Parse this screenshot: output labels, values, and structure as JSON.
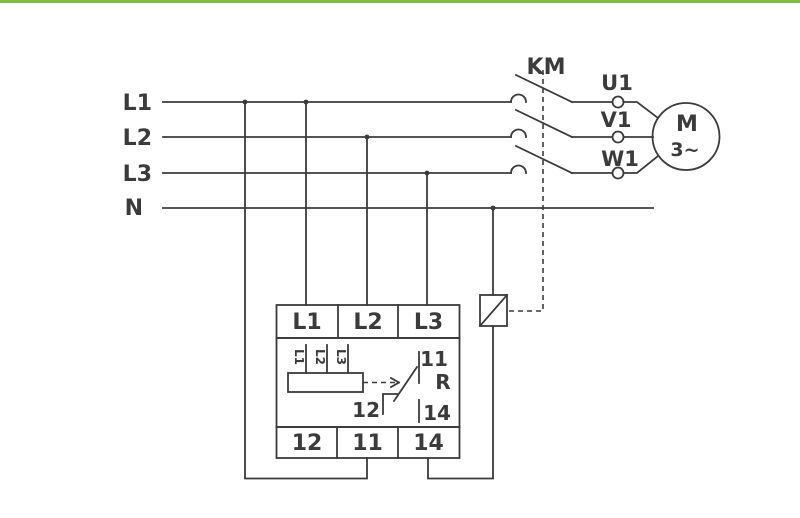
{
  "colors": {
    "accent_green": "#7ebd3e",
    "line_color": "#3b3b3b"
  },
  "power_bus": {
    "l1": "L1",
    "l2": "L2",
    "l3": "L3",
    "n": "N"
  },
  "contactor": {
    "label": "KM"
  },
  "motor": {
    "label": "M",
    "phase": "3~",
    "terminals": {
      "u1": "U1",
      "v1": "V1",
      "w1": "W1"
    }
  },
  "relay": {
    "top_terminals": [
      "L1",
      "L2",
      "L3"
    ],
    "bottom_terminals": [
      "12",
      "11",
      "14"
    ],
    "internal": {
      "phase_inputs": [
        "L1",
        "L2",
        "L3"
      ],
      "contact_common": "11",
      "relay_label": "R",
      "contact_nc": "12",
      "contact_no": "14"
    }
  }
}
